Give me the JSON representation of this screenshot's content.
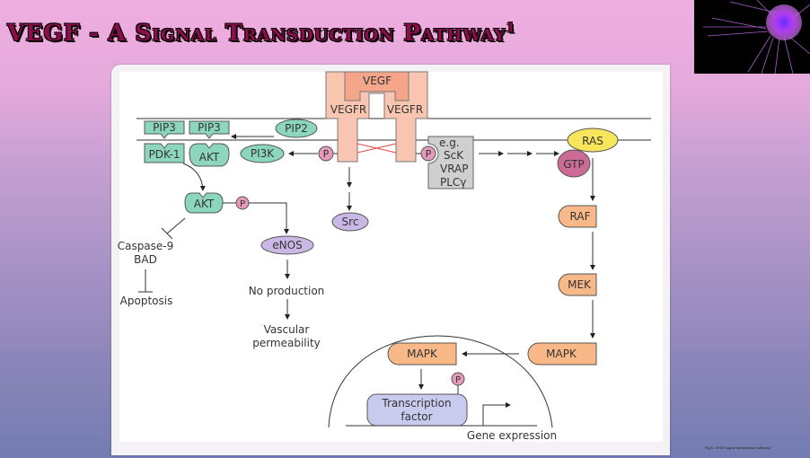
{
  "slide": {
    "title": "VEGF - A Signal Transduction Pathway",
    "title_superscript": "1",
    "caption": "Fig 6. VEGF signal transduction pathway ¹",
    "photo_alt": "cancer-cell-micrograph"
  },
  "colors": {
    "title": "#8a0e4a",
    "receptor": "#f9c4b0",
    "receptor_dark": "#f4a58a",
    "green_protein": "#8dd6be",
    "purple_protein": "#c9b8e6",
    "pink_phospho": "#e49ab8",
    "ras_yellow": "#f7e65c",
    "gtp_magenta": "#cc6b96",
    "kinase_orange": "#f9b888",
    "adaptor_gray": "#cfcfcf",
    "tf_lavender": "#c8cbee"
  },
  "diagram": {
    "ligand": "VEGF",
    "receptor_left": "VEGFR",
    "receptor_right": "VEGFR",
    "pip3_1": "PIP3",
    "pip3_2": "PIP3",
    "pip2": "PIP2",
    "pdk1": "PDK-1",
    "akt_membrane": "AKT",
    "pi3k": "PI3K",
    "p_left": "P",
    "p_right": "P",
    "adaptor_lines": [
      "e.g.",
      "ScK",
      "VRAP",
      "PLCγ"
    ],
    "ras": "RAS",
    "gtp": "GTP",
    "raf": "RAF",
    "mek": "MEK",
    "mapk_cyto": "MAPK",
    "mapk_nuc": "MAPK",
    "src": "Src",
    "akt": "AKT",
    "p_akt": "P",
    "enos": "eNOS",
    "caspase": "Caspase-9",
    "bad": "BAD",
    "apoptosis": "Apoptosis",
    "no_production": "No production",
    "vascular": "Vascular",
    "permeability": "permeability",
    "p_tf": "P",
    "tf_line1": "Transcription",
    "tf_line2": "factor",
    "gene_expression": "Gene expression"
  }
}
